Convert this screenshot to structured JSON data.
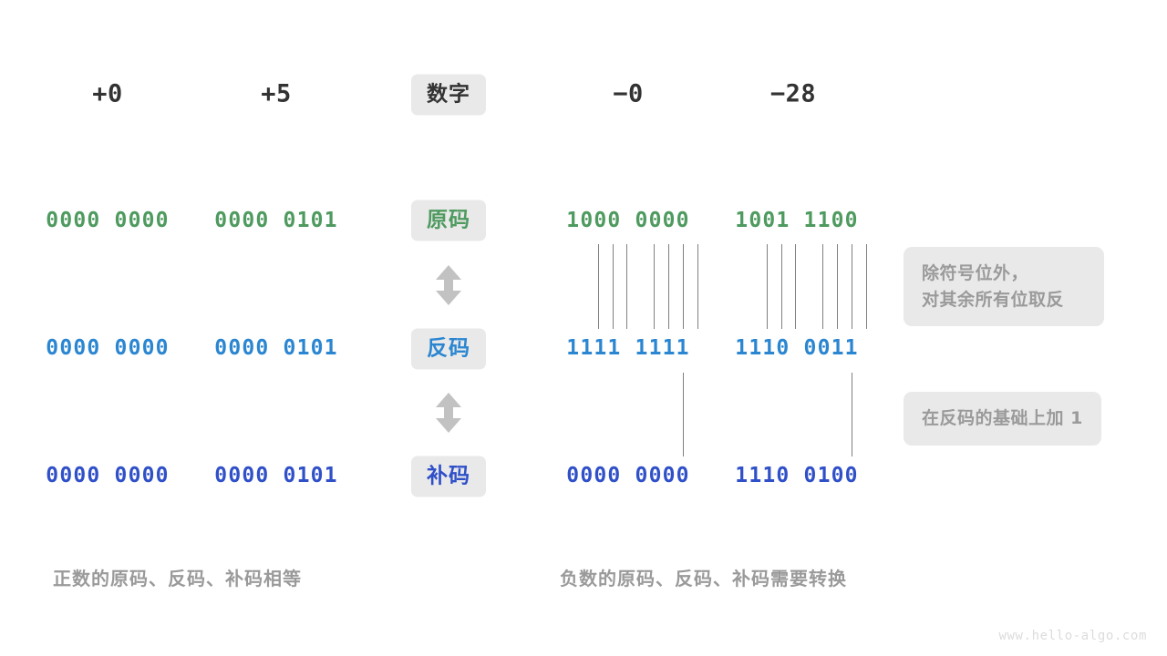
{
  "title": "原码、反码、补码对照图",
  "colors": {
    "background": "#ffffff",
    "badge_bg": "#e9e9e9",
    "dark_text": "#333333",
    "muted_text": "#9a9a9a",
    "green": "#4e9a5f",
    "blue": "#2b86d1",
    "indigo": "#3050c8",
    "line": "#808080",
    "watermark": "#dcdcdc"
  },
  "header": {
    "row_label": "数字",
    "numbers": [
      {
        "key": "pos0",
        "text": "+0"
      },
      {
        "key": "pos5",
        "text": "+5"
      },
      {
        "key": "neg0",
        "text": "−0"
      },
      {
        "key": "neg28",
        "text": "−28"
      }
    ]
  },
  "row_labels": {
    "sign_magnitude": "原码",
    "ones_complement": "反码",
    "twos_complement": "补码"
  },
  "rows": [
    {
      "key": "sign-magnitude",
      "label": "原码",
      "color": "green",
      "values": {
        "pos0": "0000 0000",
        "pos5": "0000 0101",
        "neg0": "1000 0000",
        "neg28": "1001 1100"
      }
    },
    {
      "key": "ones-complement",
      "label": "反码",
      "color": "blue",
      "values": {
        "pos0": "0000 0000",
        "pos5": "0000 0101",
        "neg0": "1111 1111",
        "neg28": "1110 0011"
      }
    },
    {
      "key": "twos-complement",
      "label": "补码",
      "color": "indigo",
      "values": {
        "pos0": "0000 0000",
        "pos5": "0000 0101",
        "neg0": "0000 0000",
        "neg28": "1110 0100"
      }
    }
  ],
  "notes": [
    {
      "key": "invert-note",
      "text": "除符号位外，\n对其余所有位取反"
    },
    {
      "key": "plus-one-note",
      "text": "在反码的基础上加  1"
    }
  ],
  "captions": [
    {
      "key": "positive-caption",
      "text": "正数的原码、反码、补码相等"
    },
    {
      "key": "negative-caption",
      "text": "负数的原码、反码、补码需要转换"
    }
  ],
  "watermark": "www.hello-algo.com",
  "arrows": [
    {
      "key": "arrow-yuan-fan",
      "name": "double-arrow-icon"
    },
    {
      "key": "arrow-fan-bu",
      "name": "double-arrow-icon"
    }
  ]
}
